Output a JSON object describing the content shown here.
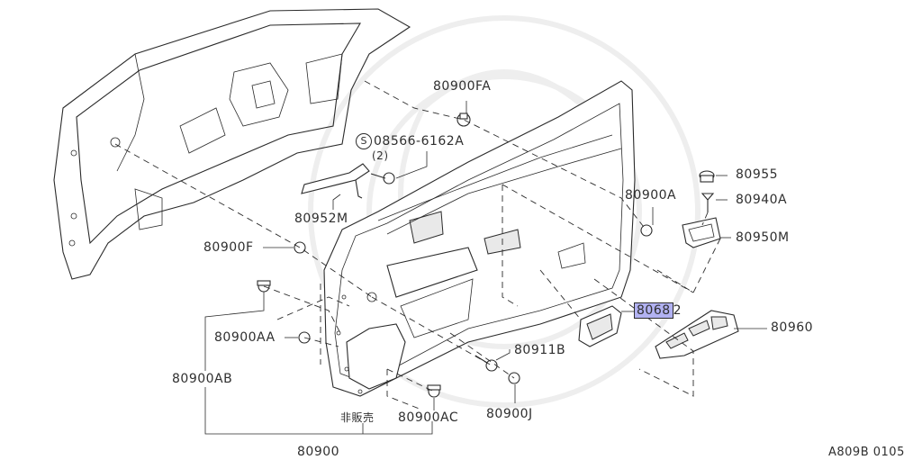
{
  "callouts": {
    "p80900FA": "80900FA",
    "p08566": "08566-6162A",
    "p08566_qty": "(2)",
    "p08566_symbol": "S",
    "p80955": "80955",
    "p80940A": "80940A",
    "p80900A": "80900A",
    "p80950M": "80950M",
    "p80952M": "80952M",
    "p80900F": "80900F",
    "p80682_highlight": "8068",
    "p80682_tail": "2",
    "p80960": "80960",
    "p80900AA": "80900AA",
    "p80911B": "80911B",
    "p80900AB": "80900AB",
    "p80900J": "80900J",
    "p80900AC": "80900AC",
    "not_for_sale": "非販売",
    "p80900": "80900"
  },
  "figure_code": "A809B 0105",
  "colors": {
    "highlight": "#b2b2f2",
    "ink": "#2b2b2b",
    "watermark": "#eeeeee"
  }
}
